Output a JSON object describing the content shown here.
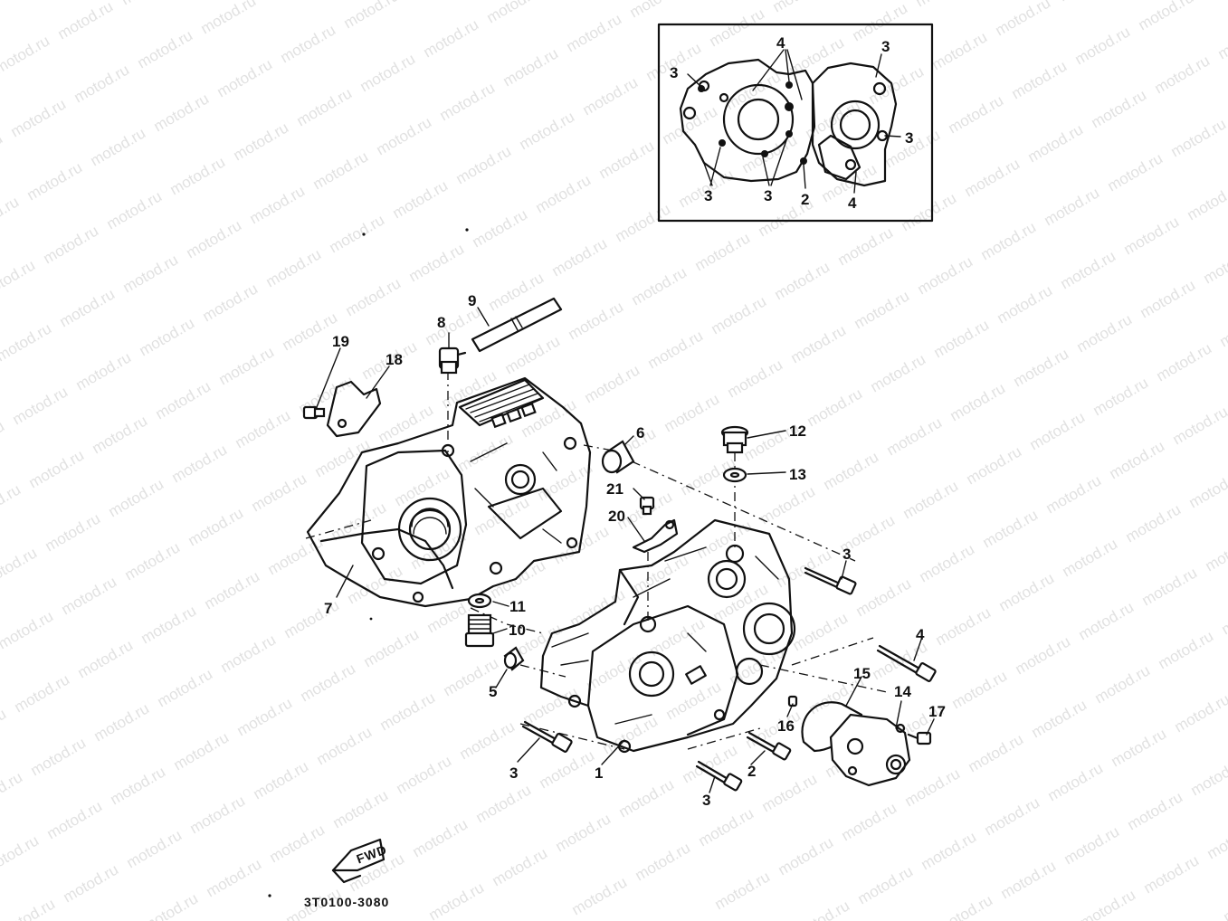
{
  "watermark_text": "motod.ru",
  "part_code": "3T0100-3080",
  "fwd_mark": "FWD",
  "inset_labels": [
    "4",
    "3",
    "3",
    "3",
    "3",
    "3",
    "2",
    "4"
  ],
  "callouts": {
    "p1": "1",
    "p2a": "2",
    "p3a": "3",
    "p3b": "3",
    "p3c": "3",
    "p4": "4",
    "p5": "5",
    "p6": "6",
    "p7": "7",
    "p8": "8",
    "p9": "9",
    "p10": "10",
    "p11": "11",
    "p12": "12",
    "p13": "13",
    "p14": "14",
    "p15": "15",
    "p16": "16",
    "p17": "17",
    "p18": "18",
    "p19": "19",
    "p20": "20",
    "p21": "21"
  }
}
